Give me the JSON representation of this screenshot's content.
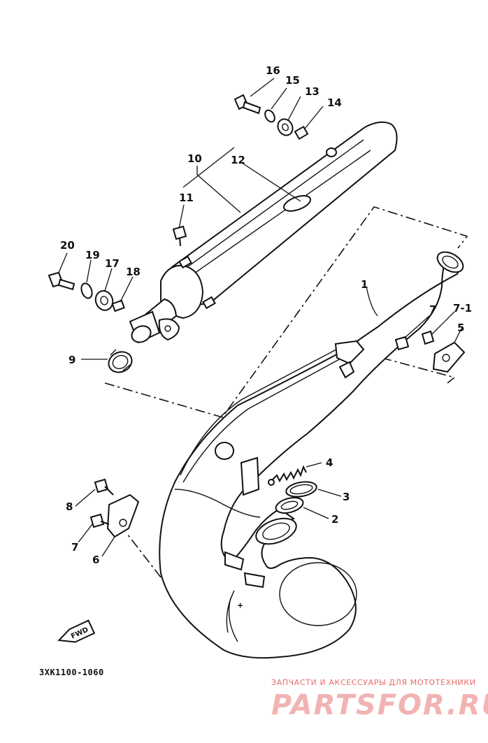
{
  "diagram_code": "3XK1100-1060",
  "fwd_label": "FWD",
  "watermark": {
    "caption": "ЗАПЧАСТИ И АКСЕССУАРЫ ДЛЯ МОТОТЕХНИКИ",
    "brand": "PARTSFOR.RU"
  },
  "callouts": {
    "p1": "1",
    "p2": "2",
    "p3": "3",
    "p4": "4",
    "p5": "5",
    "p6": "6",
    "p7a": "7",
    "p7b": "7",
    "p7_1": "7-1",
    "p8": "8",
    "p9": "9",
    "p10": "10",
    "p11": "11",
    "p12": "12",
    "p13": "13",
    "p14": "14",
    "p15": "15",
    "p16": "16",
    "p17": "17",
    "p18": "18",
    "p19": "19",
    "p20": "20"
  }
}
